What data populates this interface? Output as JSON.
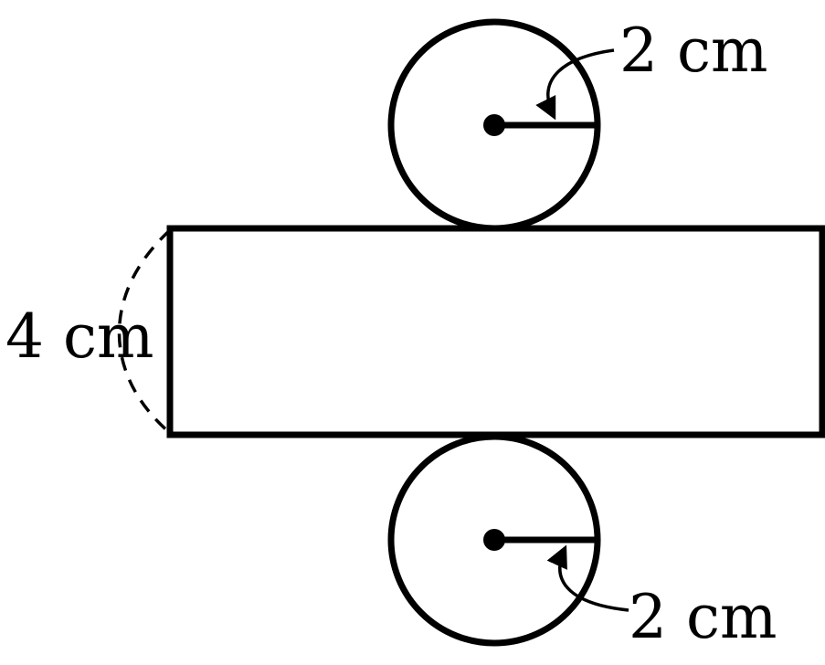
{
  "labels": {
    "top_radius": "2 cm",
    "bottom_radius": "2 cm",
    "rectangle_height": "4 cm"
  }
}
